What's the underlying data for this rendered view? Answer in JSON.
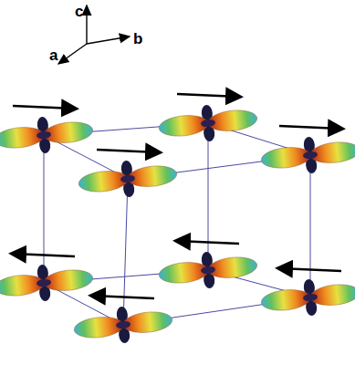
{
  "diagram": {
    "labels": [
      "c",
      "a",
      "b"
    ]
  }
}
